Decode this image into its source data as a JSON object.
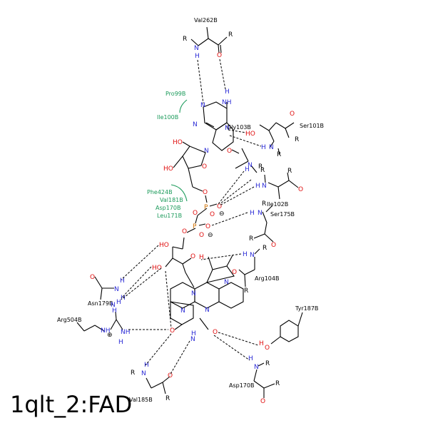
{
  "title": "1qlt_2:FAD",
  "residues": {
    "val262b": "Val262B",
    "gly103b": "Gly103B",
    "ser101b": "Ser101B",
    "ile102b": "Ile102B",
    "ser175b": "Ser175B",
    "arg104b": "Arg104B",
    "asn179b": "Asn179B",
    "arg504b": "Arg504B",
    "tyr187b": "Tyr187B",
    "asp170b": "Asp170B",
    "val185b": "Val185B"
  },
  "hydrophobic": {
    "pro99b": "Pro99B",
    "ile100b": "Ile100B",
    "phe424b": "Phe424B",
    "val181b": "Val181B",
    "asp170b": "Asp170B",
    "leu171b": "Leu171B"
  },
  "colors": {
    "nitrogen": "#2a2ad6",
    "oxygen": "#e01010",
    "phosphorus": "#d07000",
    "hydrophobic": "#1a9a5a"
  }
}
